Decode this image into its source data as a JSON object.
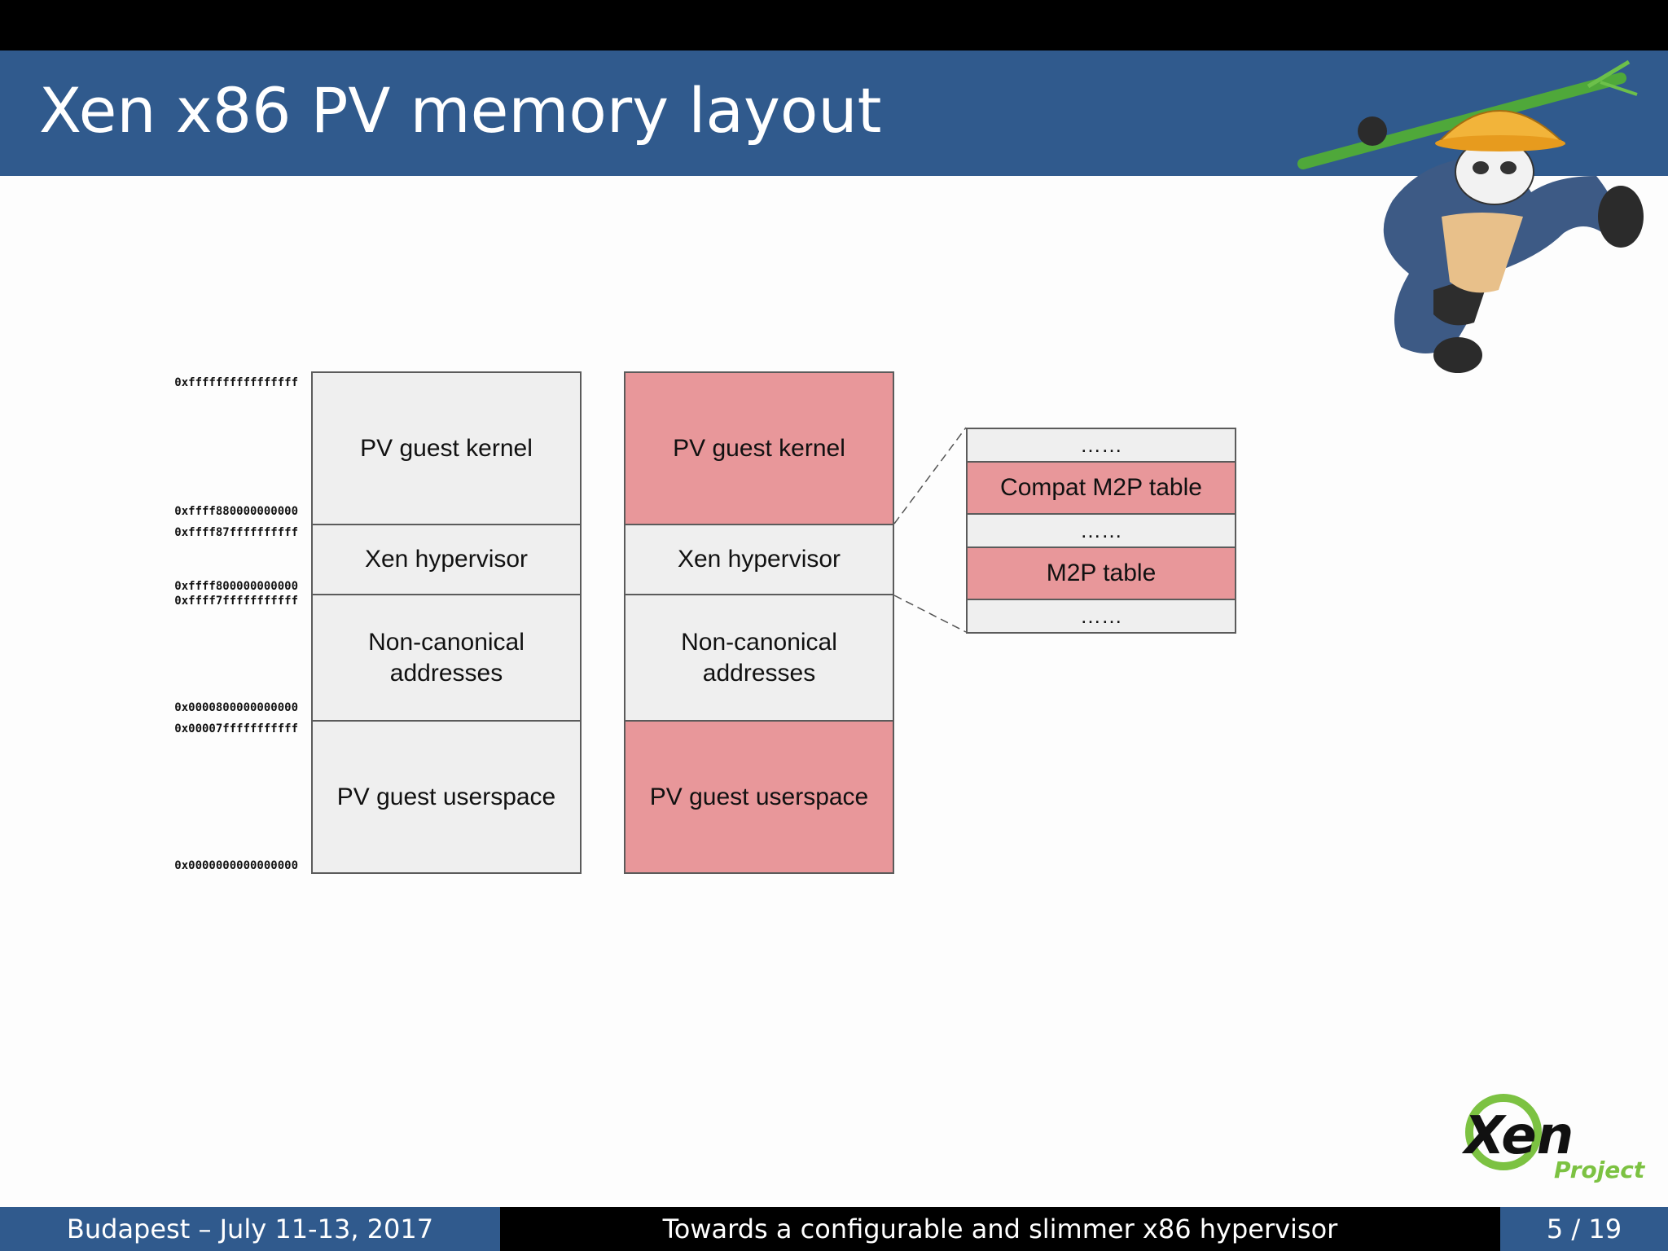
{
  "title": "Xen x86 PV memory layout",
  "addresses": [
    "0xffffffffffffffff",
    "0xffff880000000000",
    "0xffff87ffffffffff",
    "0xffff800000000000",
    "0xffff7fffffffffff",
    "0x0000800000000000",
    "0x00007fffffffffff",
    "0x0000000000000000"
  ],
  "left_column": [
    "PV guest kernel",
    "Xen hypervisor",
    [
      "Non-canonical",
      "addresses"
    ],
    "PV guest userspace"
  ],
  "right_column": [
    "PV guest kernel",
    "Xen hypervisor",
    [
      "Non-canonical",
      "addresses"
    ],
    "PV guest userspace"
  ],
  "zoom_column": [
    "……",
    "Compat M2P table",
    "……",
    "M2P table",
    "……"
  ],
  "colors": {
    "title_bar": "#305a8d",
    "guest_region": "#e8979a",
    "neutral_region": "#efefef"
  },
  "footer": {
    "left": "Budapest – July 11-13, 2017",
    "center": "Towards a configurable and slimmer x86 hypervisor",
    "right": "5 / 19"
  },
  "logo": {
    "word": "Xen",
    "sub": "Project"
  },
  "mascot_icon": "panda-mascot-icon"
}
